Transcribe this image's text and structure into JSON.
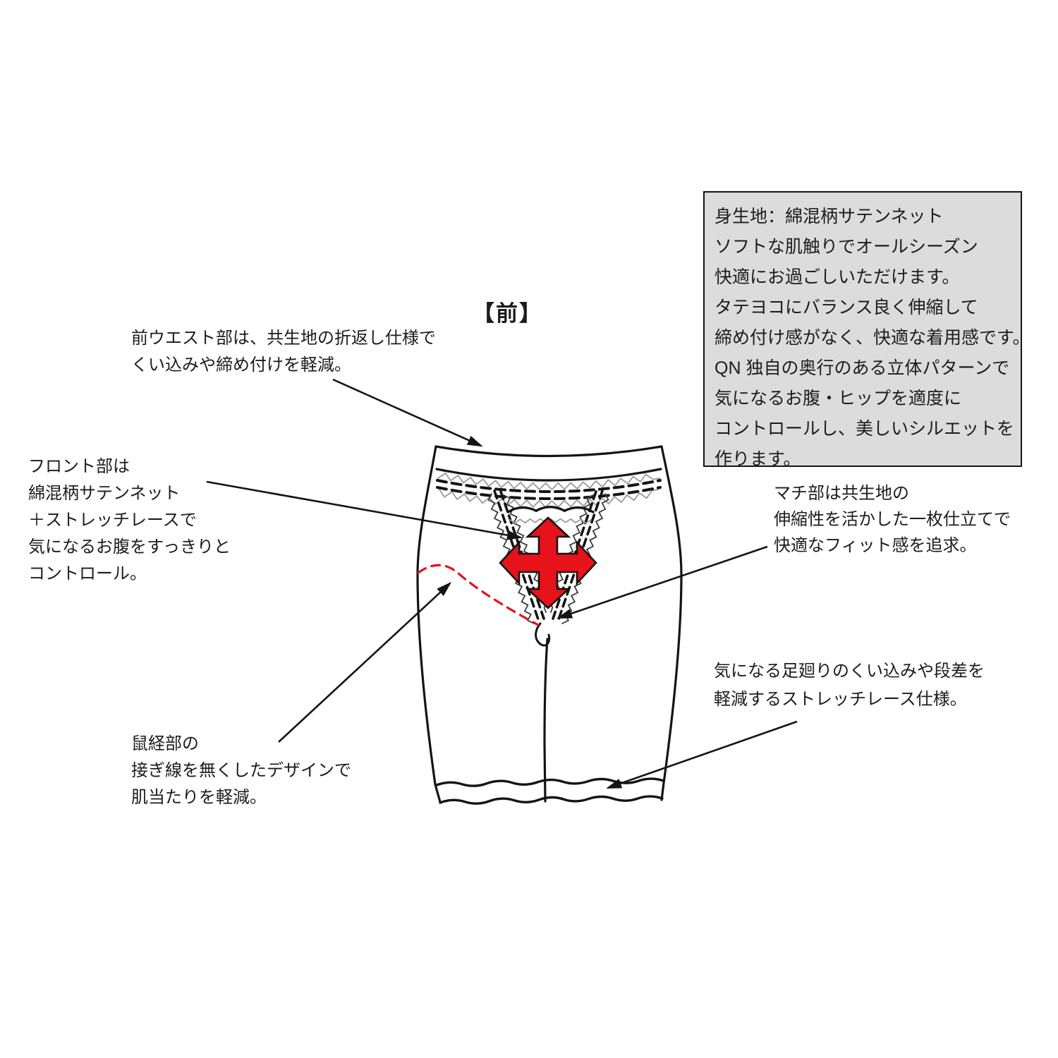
{
  "title": "【前】",
  "info_box": {
    "lines": [
      "身生地：綿混柄サテンネット",
      "ソフトな肌触りでオールシーズン",
      "快適にお過ごしいただけます。",
      "タテヨコにバランス良く伸縮して",
      "締め付け感がなく、快適な着用感です。",
      "QN 独自の奥行のある立体パターンで",
      "気になるお腹・ヒップを適度に",
      "コントロールし、美しいシルエットを",
      "作ります。"
    ]
  },
  "annotations": {
    "front_waist": {
      "lines": [
        "前ウエスト部は、共生地の折返し仕様で",
        "くい込みや締め付けを軽減。"
      ]
    },
    "front_panel": {
      "lines": [
        "フロント部は",
        "綿混柄サテンネット",
        "＋ストレッチレースで",
        "気になるお腹をすっきりと",
        "コントロール。"
      ]
    },
    "gusset": {
      "lines": [
        "マチ部は共生地の",
        "伸縮性を活かした一枚仕立てで",
        "快適なフィット感を追求。"
      ]
    },
    "groin": {
      "lines": [
        "鼠経部の",
        "接ぎ線を無くしたデザインで",
        "肌当たりを軽減。"
      ]
    },
    "leg_hem": {
      "lines": [
        "気になる足廻りのくい込みや段差を",
        "軽減するストレッチレース仕様。"
      ]
    }
  },
  "icons": {
    "stretch_arrow": "four-way-stretch-arrow",
    "pointer_arrows": "annotation-arrow"
  },
  "colors": {
    "accent_red": "#e8121a",
    "line_black": "#141414",
    "box_bg": "#dcdcdc",
    "zigzag_gray": "#9a9a9a",
    "lace_dark": "#3a3a3a",
    "text_color": "#1c1c1c"
  }
}
